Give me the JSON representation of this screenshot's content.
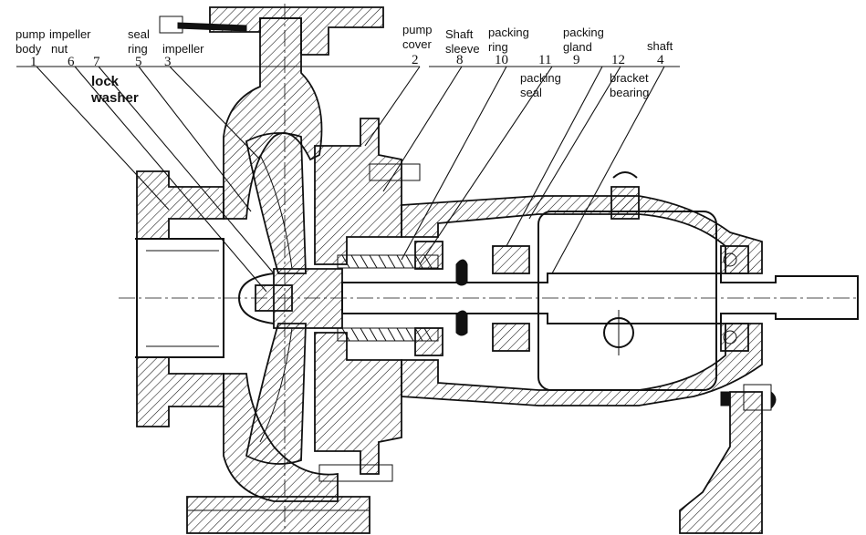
{
  "labels": {
    "pump_body": {
      "line1": "pump",
      "line2": "body",
      "number": "1"
    },
    "impeller_nut": {
      "line1": "impeller",
      "line2": "nut",
      "number": "6"
    },
    "lock_washer": {
      "line1": "lock",
      "line2": "washer",
      "number": "7"
    },
    "seal_ring": {
      "line1": "seal",
      "line2": "ring",
      "number": "5"
    },
    "impeller": {
      "line1": "impeller",
      "number": "3"
    },
    "pump_cover": {
      "line1": "pump",
      "line2": "cover",
      "number": "2"
    },
    "shaft_sleeve": {
      "line1": "Shaft",
      "line2": "sleeve",
      "number": "8"
    },
    "packing_ring": {
      "line1": "packing",
      "line2": "ring",
      "number": "10"
    },
    "packing_seal": {
      "line1": "packing",
      "line2": "seal",
      "number": "11"
    },
    "packing_gland": {
      "line1": "packing",
      "line2": "gland",
      "number": "9"
    },
    "bracket_bearing": {
      "line1": "bracket",
      "line2": "bearing",
      "number": "12"
    },
    "shaft": {
      "line1": "shaft",
      "number": "4"
    }
  }
}
